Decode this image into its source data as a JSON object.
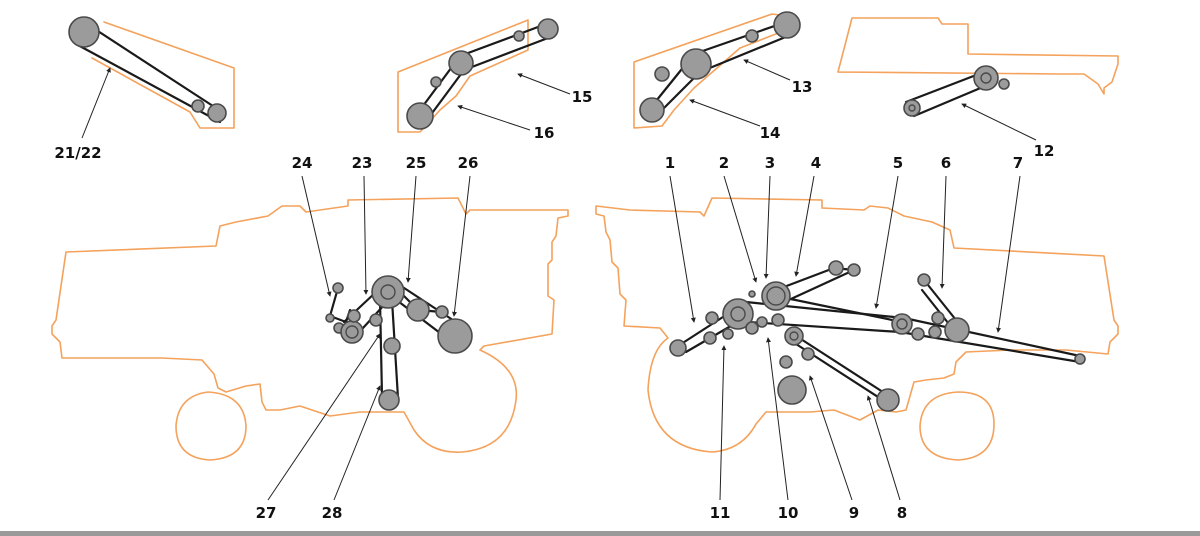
{
  "diagram": {
    "callouts": [
      {
        "id": "c1",
        "text": "1"
      },
      {
        "id": "c2",
        "text": "2"
      },
      {
        "id": "c3",
        "text": "3"
      },
      {
        "id": "c4",
        "text": "4"
      },
      {
        "id": "c5",
        "text": "5"
      },
      {
        "id": "c6",
        "text": "6"
      },
      {
        "id": "c7",
        "text": "7"
      },
      {
        "id": "c8",
        "text": "8"
      },
      {
        "id": "c9",
        "text": "9"
      },
      {
        "id": "c10",
        "text": "10"
      },
      {
        "id": "c11",
        "text": "11"
      },
      {
        "id": "c12",
        "text": "12"
      },
      {
        "id": "c13",
        "text": "13"
      },
      {
        "id": "c14",
        "text": "14"
      },
      {
        "id": "c15",
        "text": "15"
      },
      {
        "id": "c16",
        "text": "16"
      },
      {
        "id": "c21_22",
        "text": "21/22"
      },
      {
        "id": "c23",
        "text": "23"
      },
      {
        "id": "c24",
        "text": "24"
      },
      {
        "id": "c25",
        "text": "25"
      },
      {
        "id": "c26",
        "text": "26"
      },
      {
        "id": "c27",
        "text": "27"
      },
      {
        "id": "c28",
        "text": "28"
      }
    ],
    "colors": {
      "outline": "#f4a25c",
      "belt": "#1a1a1a",
      "pulley": "#9b9b9b"
    }
  }
}
